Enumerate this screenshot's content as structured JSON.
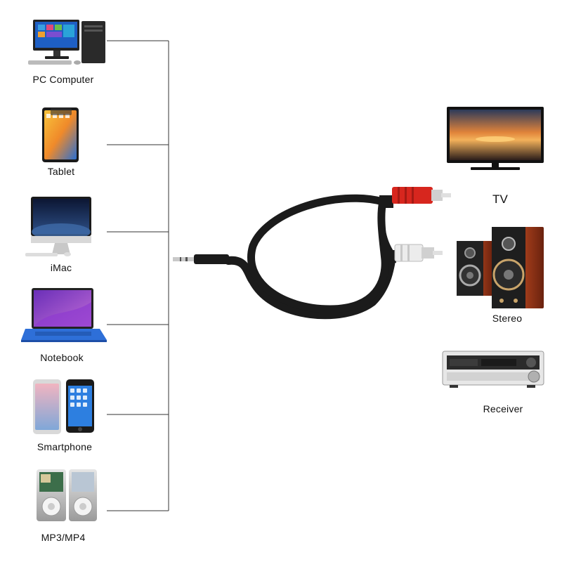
{
  "sources": [
    {
      "label": "PC Computer",
      "icon": "pc-computer-icon"
    },
    {
      "label": "Tablet",
      "icon": "tablet-icon"
    },
    {
      "label": "iMac",
      "icon": "imac-icon"
    },
    {
      "label": "Notebook",
      "icon": "notebook-icon"
    },
    {
      "label": "Smartphone",
      "icon": "smartphone-icon"
    },
    {
      "label": "MP3/MP4",
      "icon": "mp3-player-icon"
    }
  ],
  "outputs": [
    {
      "label": "TV",
      "icon": "tv-icon"
    },
    {
      "label": "Stereo",
      "icon": "stereo-speakers-icon"
    },
    {
      "label": "Receiver",
      "icon": "receiver-icon"
    }
  ],
  "cable": {
    "jack": "3.5mm stereo plug",
    "plugs": [
      "red RCA plug",
      "white RCA plug"
    ],
    "colors": {
      "cable": "#1b1b1b",
      "red": "#d7261e",
      "white": "#ececec",
      "metal": "#c9c9c9"
    }
  }
}
